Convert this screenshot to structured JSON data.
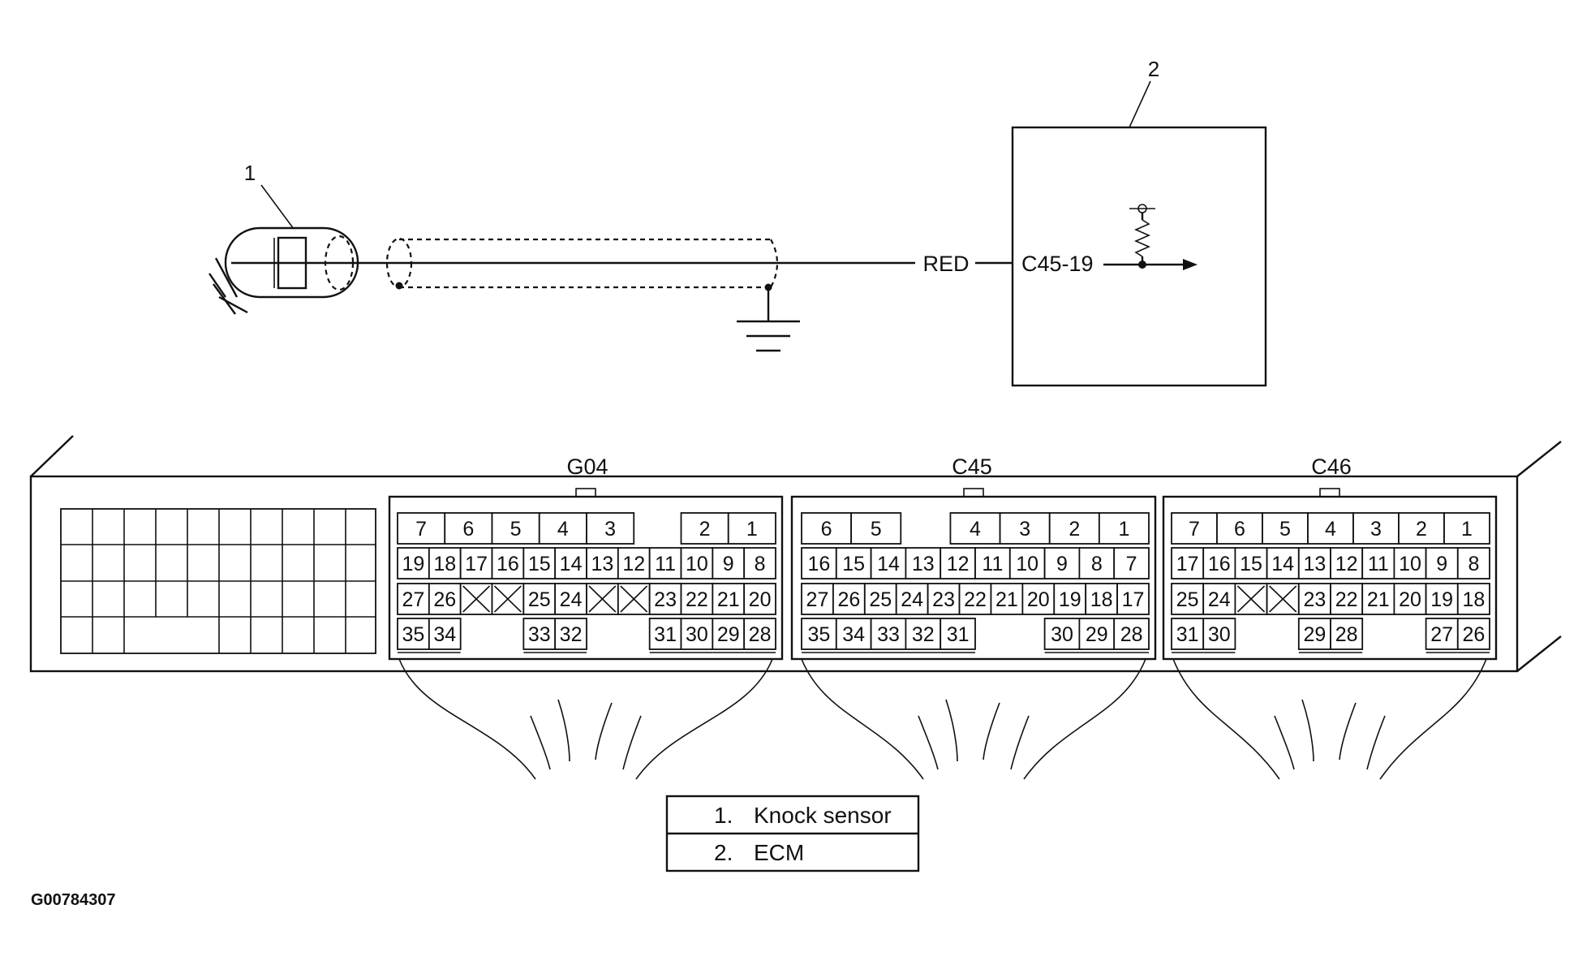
{
  "callouts": [
    {
      "number": "1"
    },
    {
      "number": "2"
    }
  ],
  "wire": {
    "color_label": "RED",
    "terminal_label": "C45-19"
  },
  "connectors": [
    {
      "name": "G04",
      "rows": [
        [
          "7",
          "6",
          "5",
          "4",
          "3",
          "",
          "2",
          "1"
        ],
        [
          "19",
          "18",
          "17",
          "16",
          "15",
          "14",
          "13",
          "12",
          "11",
          "10",
          "9",
          "8"
        ],
        [
          "27",
          "26",
          "X",
          "X",
          "25",
          "24",
          "X",
          "X",
          "23",
          "22",
          "21",
          "20"
        ],
        [
          "35",
          "34",
          "",
          "",
          "33",
          "32",
          "",
          "",
          "31",
          "30",
          "29",
          "28"
        ]
      ]
    },
    {
      "name": "C45",
      "rows": [
        [
          "6",
          "5",
          "",
          "4",
          "3",
          "2",
          "1"
        ],
        [
          "16",
          "15",
          "14",
          "13",
          "12",
          "11",
          "10",
          "9",
          "8",
          "7"
        ],
        [
          "27",
          "26",
          "25",
          "24",
          "23",
          "22",
          "21",
          "20",
          "19",
          "18",
          "17"
        ],
        [
          "35",
          "34",
          "33",
          "32",
          "31",
          "",
          "",
          "30",
          "29",
          "28"
        ]
      ]
    },
    {
      "name": "C46",
      "rows": [
        [
          "7",
          "6",
          "5",
          "4",
          "3",
          "2",
          "1"
        ],
        [
          "17",
          "16",
          "15",
          "14",
          "13",
          "12",
          "11",
          "10",
          "9",
          "8"
        ],
        [
          "25",
          "24",
          "X",
          "X",
          "23",
          "22",
          "21",
          "20",
          "19",
          "18"
        ],
        [
          "31",
          "30",
          "",
          "",
          "29",
          "28",
          "",
          "",
          "27",
          "26"
        ]
      ]
    }
  ],
  "legend": [
    {
      "number": "1.",
      "text": "Knock sensor"
    },
    {
      "number": "2.",
      "text": "ECM"
    }
  ],
  "figure_code": "G00784307",
  "colors": {
    "line": "#111111",
    "background": "#ffffff"
  }
}
